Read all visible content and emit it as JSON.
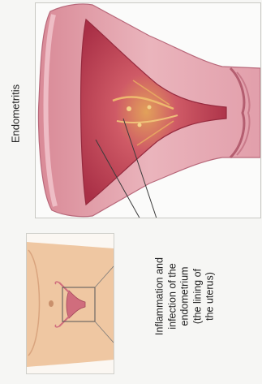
{
  "diagram": {
    "title": "Endometritis",
    "callout": {
      "lines": [
        "Inflammation and",
        "infection of the",
        "endometrium",
        "(the lining of",
        "the uterus)"
      ]
    }
  },
  "colors": {
    "uterus_wall": "#e3a3ad",
    "uterus_wall_dark": "#c9707e",
    "inflamed_lining": "#c4485c",
    "infection": "#e8b060",
    "skin": "#efc7a2",
    "leader_line": "#3b3b3b"
  }
}
